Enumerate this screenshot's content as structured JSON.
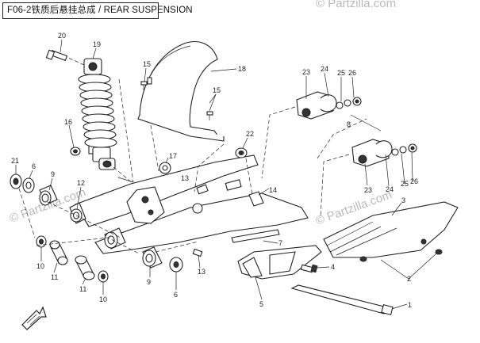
{
  "title": "F06-2铁质后悬挂总成 / REAR SUSPENSION",
  "watermarks": {
    "top_right": "© Partzilla.com",
    "left": "© Partzilla.com",
    "right": "© Partzilla.com"
  },
  "callouts": [
    {
      "id": "20",
      "label": "20"
    },
    {
      "id": "19",
      "label": "19"
    },
    {
      "id": "18",
      "label": "18"
    },
    {
      "id": "15a",
      "label": "15"
    },
    {
      "id": "16",
      "label": "16"
    },
    {
      "id": "15b",
      "label": "15"
    },
    {
      "id": "23a",
      "label": "23"
    },
    {
      "id": "24a",
      "label": "24"
    },
    {
      "id": "25a",
      "label": "25"
    },
    {
      "id": "26a",
      "label": "26"
    },
    {
      "id": "8",
      "label": "8"
    },
    {
      "id": "13",
      "label": "13"
    },
    {
      "id": "17",
      "label": "17"
    },
    {
      "id": "22",
      "label": "22"
    },
    {
      "id": "21",
      "label": "21"
    },
    {
      "id": "6a",
      "label": "6"
    },
    {
      "id": "9a",
      "label": "9"
    },
    {
      "id": "12",
      "label": "12"
    },
    {
      "id": "14",
      "label": "14"
    },
    {
      "id": "23b",
      "label": "23"
    },
    {
      "id": "24b",
      "label": "24"
    },
    {
      "id": "25b",
      "label": "25"
    },
    {
      "id": "26b",
      "label": "26"
    },
    {
      "id": "3",
      "label": "3"
    },
    {
      "id": "7",
      "label": "7"
    },
    {
      "id": "4",
      "label": "4"
    },
    {
      "id": "2",
      "label": "2"
    },
    {
      "id": "10a",
      "label": "10"
    },
    {
      "id": "11a",
      "label": "11"
    },
    {
      "id": "11b",
      "label": "11"
    },
    {
      "id": "10b",
      "label": "10"
    },
    {
      "id": "9b",
      "label": "9"
    },
    {
      "id": "6b",
      "label": "6"
    },
    {
      "id": "13b",
      "label": "13"
    },
    {
      "id": "5",
      "label": "5"
    },
    {
      "id": "1",
      "label": "1"
    }
  ],
  "fwd_icon": "forward-arrow-icon"
}
